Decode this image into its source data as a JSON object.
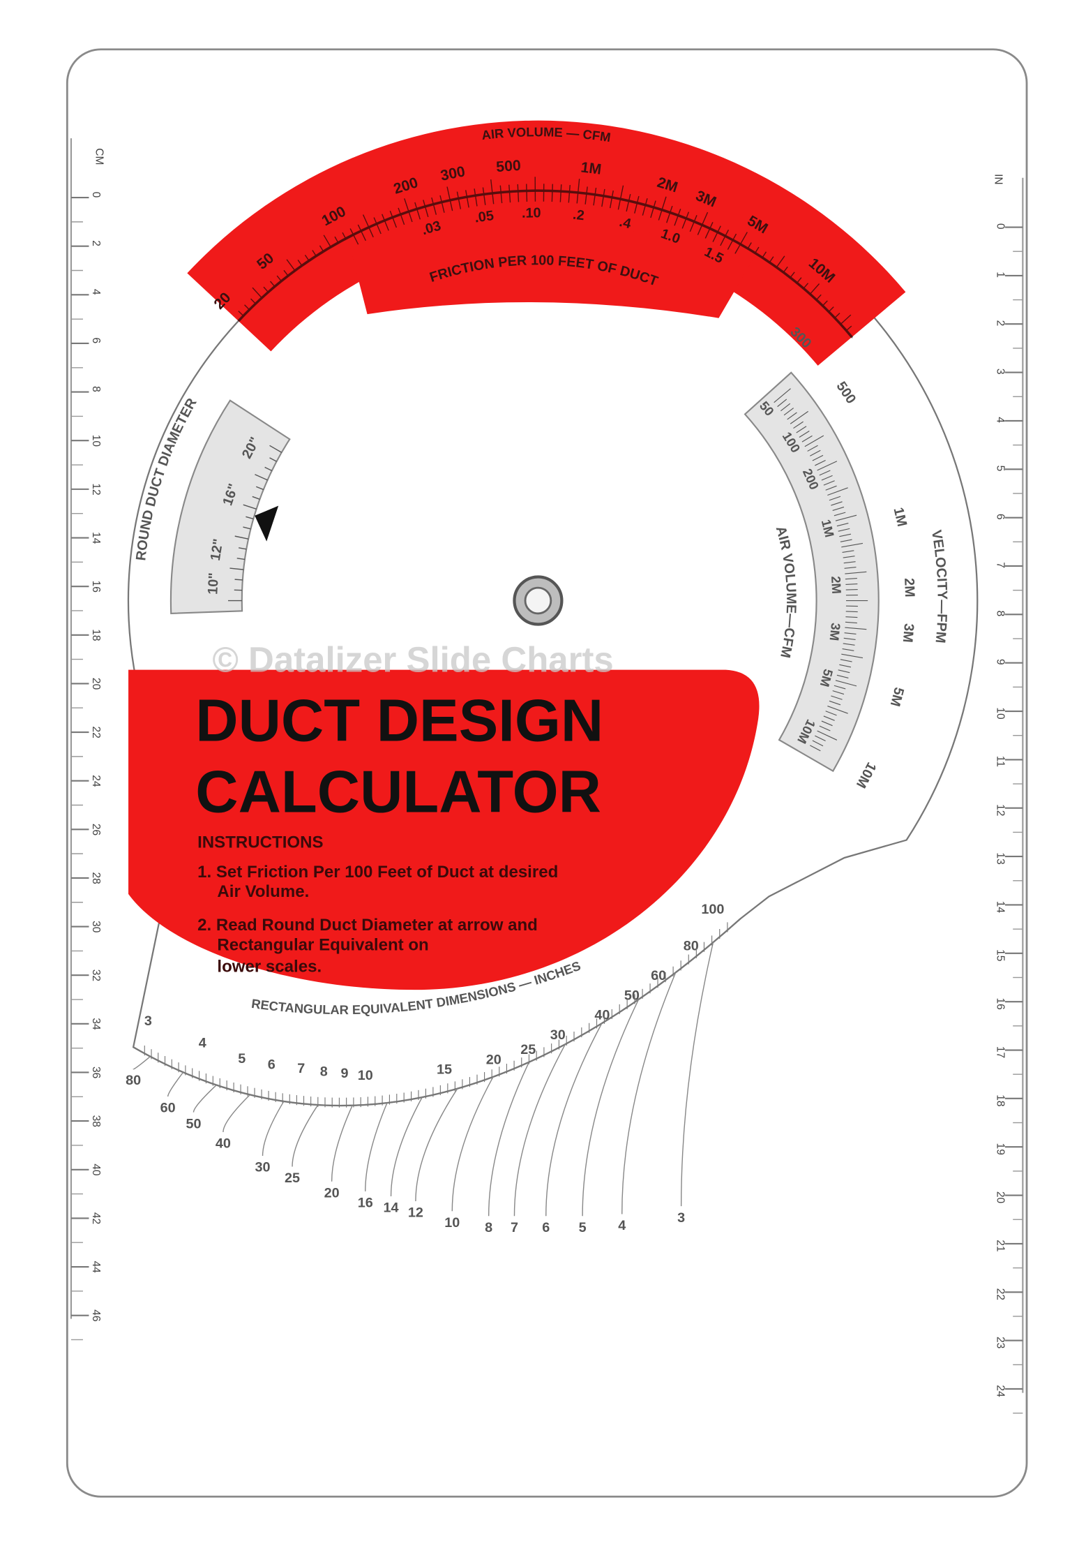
{
  "colors": {
    "red": "#f01a1a",
    "ink": "#111111",
    "outline": "#8a8a8a",
    "window": "#dcdcdc"
  },
  "rulers": {
    "left_unit": "CM",
    "left_labels": [
      "0",
      "2",
      "4",
      "6",
      "8",
      "10",
      "12",
      "14",
      "16",
      "18",
      "20",
      "22",
      "24",
      "26",
      "28",
      "30",
      "32",
      "34",
      "36",
      "38",
      "40",
      "42",
      "44",
      "46"
    ],
    "right_unit": "IN",
    "right_labels": [
      "0",
      "1",
      "2",
      "3",
      "4",
      "5",
      "6",
      "7",
      "8",
      "9",
      "10",
      "11",
      "12",
      "13",
      "14",
      "15",
      "16",
      "17",
      "18",
      "19",
      "20",
      "21",
      "22",
      "23",
      "24"
    ]
  },
  "top_scale": {
    "title": "AIR VOLUME — CFM",
    "labels": [
      "20",
      "50",
      "100",
      "200",
      "300",
      "500",
      "1M",
      "2M",
      "3M",
      "5M",
      "10M"
    ],
    "friction_title": "FRICTION PER 100 FEET OF DUCT",
    "friction_labels": [
      ".03",
      ".05",
      ".10",
      ".2",
      ".4",
      "1.0",
      "1.5"
    ]
  },
  "round_duct": {
    "title": "ROUND DUCT DIAMETER",
    "labels": [
      "10\"",
      "12\"",
      "16\"",
      "20\""
    ],
    "pointer_icon": "arrow-pointer"
  },
  "velocity": {
    "outer_title": "VELOCITY—FPM",
    "outer_labels": [
      "300",
      "500",
      "1M",
      "2M",
      "3M",
      "5M",
      "10M"
    ],
    "inner_title": "AIR VOLUME—CFM",
    "inner_labels": [
      "50",
      "100",
      "200",
      "1M",
      "2M",
      "3M",
      "5M",
      "10M"
    ]
  },
  "watermark": "© Datalizer Slide Charts",
  "title": {
    "line1": "DUCT DESIGN",
    "line2": "CALCULATOR"
  },
  "instructions": {
    "heading": "INSTRUCTIONS",
    "step1_line1": "1. Set Friction Per 100 Feet of Duct at desired",
    "step1_line2": "Air Volume.",
    "step2_line1": "2. Read Round Duct Diameter at arrow and",
    "step2_line2": "Rectangular Equivalent on",
    "step2_line3": "lower scales."
  },
  "rect_scale": {
    "title": "RECTANGULAR EQUIVALENT DIMENSIONS — INCHES",
    "inner_labels": [
      "3",
      "4",
      "5",
      "6",
      "7",
      "8",
      "9",
      "10",
      "15",
      "20",
      "25",
      "30",
      "40",
      "50",
      "60",
      "80",
      "100"
    ],
    "outer_labels": [
      "80",
      "60",
      "50",
      "40",
      "30",
      "25",
      "20",
      "16",
      "14",
      "12",
      "10",
      "8",
      "7",
      "6",
      "5",
      "4",
      "3"
    ]
  }
}
